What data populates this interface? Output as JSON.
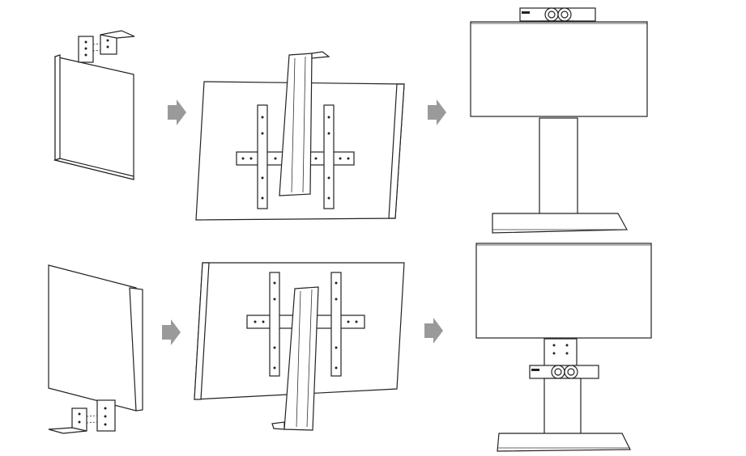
{
  "diagram": {
    "description_steps": [
      {
        "row": "top",
        "arrows": 2
      },
      {
        "row": "bottom",
        "arrows": 2
      }
    ],
    "colors": {
      "line": "#222222",
      "arrow": "#9a9a9a",
      "background": "#ffffff"
    },
    "icons": [
      "wall-bracket-icon",
      "arrow-right-icon",
      "camera-bar-icon"
    ]
  }
}
